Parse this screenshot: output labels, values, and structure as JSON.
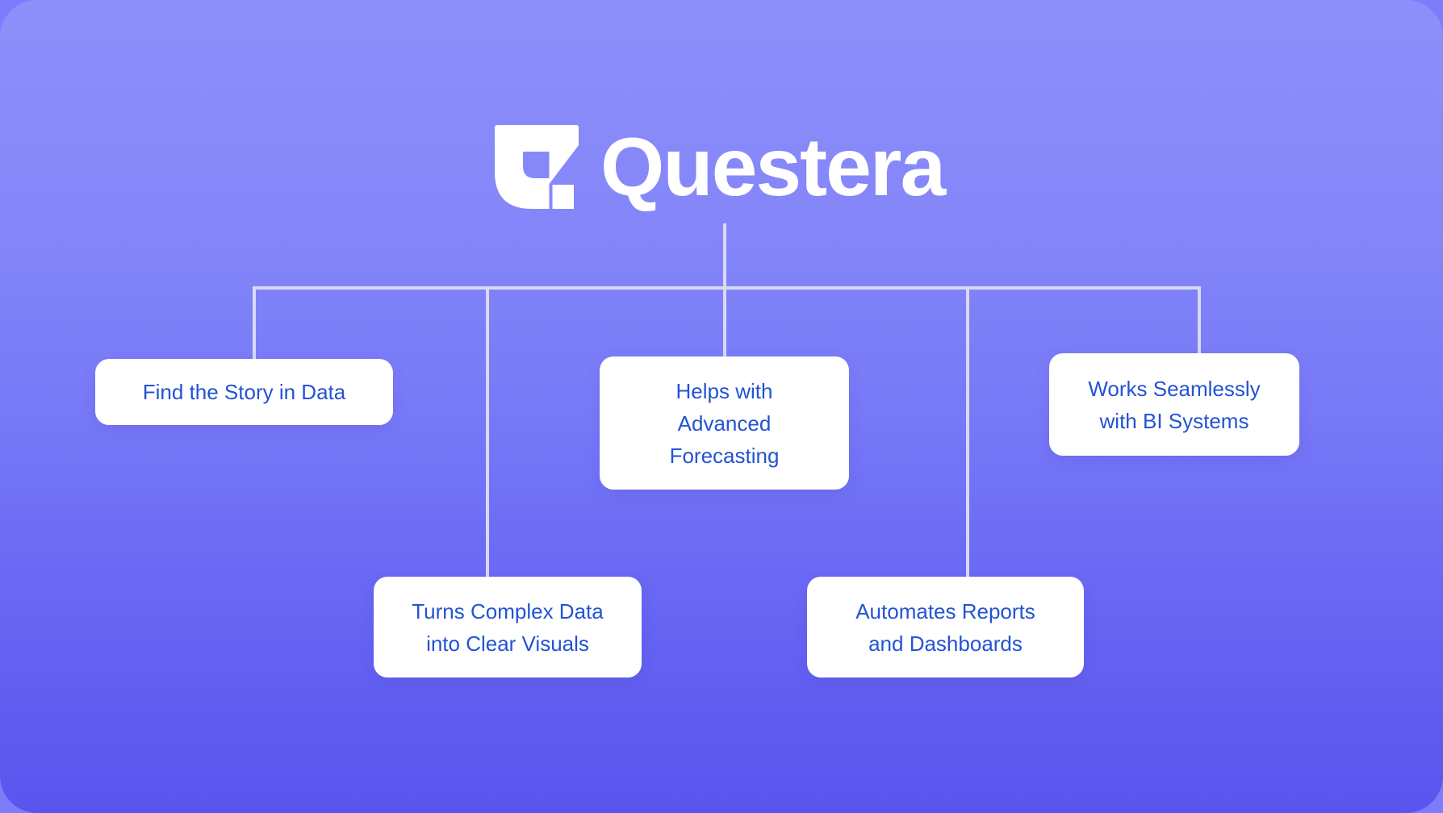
{
  "logo": {
    "brand_name": "Questera",
    "mark": "questera-logomark"
  },
  "cards": [
    {
      "label": "Find the Story in Data"
    },
    {
      "label": "Turns Complex Data\ninto Clear Visuals"
    },
    {
      "label": "Helps with\nAdvanced\nForecasting"
    },
    {
      "label": "Automates Reports\nand Dashboards"
    },
    {
      "label": "Works Seamlessly\nwith BI Systems"
    }
  ],
  "colors": {
    "outer_background": "#7b7dfc",
    "panel_top": "#8d8ffa",
    "panel_mid": "#7678f7",
    "panel_bottom": "#5a54ee",
    "card_background": "#ffffff",
    "card_text": "#2353d3",
    "connector_color": "#d8daf3",
    "logo_color": "#ffffff"
  }
}
